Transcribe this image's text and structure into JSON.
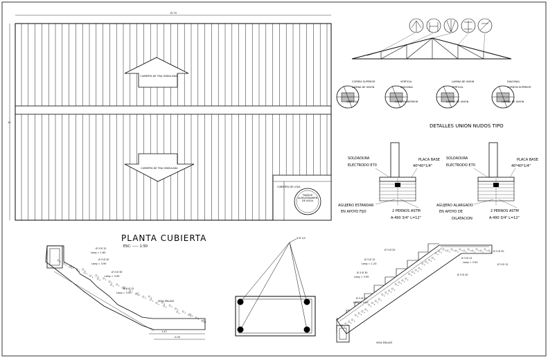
{
  "roof_plan": {
    "overall_dim": "15.70",
    "side_dim": "10",
    "arrow_top": "CUBIERTA DE TEJA ONDULADA",
    "arrow_bottom": "CUBIERTA DE TEJA ONDULADA",
    "gutter_label": "CUBIERTA DE LOSA",
    "tank_label": "TANQUE ALMACENAMIENTO DE AGUA",
    "title": "PLANTA  CUBIERTA",
    "scale": "ESC: ----- 1:50"
  },
  "truss_details": {
    "heading": "DETALLES  UNION  NUDOS  TIPO",
    "nodes": [
      {
        "l1": "CORREA SUPERIOR",
        "l2": "LAMINA DE UNION",
        "l3": "VERTICAL"
      },
      {
        "l1": "VERTICAL",
        "l2": "DIAGONAL",
        "l3": "CORDON INFERIOR"
      },
      {
        "l1": "LAMINA DE UNION",
        "l2": "VERTICAL",
        "l3": "LAMINA DE UNION"
      },
      {
        "l1": "DIAGONAL",
        "l2": "CORDON SUPERIOR",
        "l3": "LAMINA DE UNION"
      }
    ]
  },
  "supports": [
    {
      "weld": "SOLDADURA",
      "electrode": "ELECTRODO E70",
      "plate": "PLACA BASE",
      "plate_dim": "40*40*1/4\"",
      "hole": "AGUJERO ESTANDAR",
      "support": "EN APOYO FIJO",
      "bolts": "2 PERNOS ASTM",
      "bolt_spec": "A-490 3/4\" L=12\""
    },
    {
      "weld": "SOLDADURA",
      "electrode": "ELECTRODO E70",
      "plate": "PLACA BASE",
      "plate_dim": "40*40*1/4\"",
      "hole": "AGUJERO ALARGADO",
      "support": "EN APOYO DE",
      "support2": "DILATACION",
      "bolts": "2 PERNOS ASTM",
      "bolt_spec": "A-490 3/4\" L=12\""
    }
  ],
  "stair_left": {
    "rebars": [
      "Ø 3 Ø 12",
      "Long = 1.60",
      "Ø 3 Ø 20",
      "Long = 3.90",
      "Ø 3 Ø 30",
      "Long = 3.90",
      "Ø 3 Ø 12",
      "Long = 3.90"
    ],
    "beam": "VIGA ENLACE",
    "dims": [
      "1.47",
      "2.00"
    ]
  },
  "section": {
    "label": "4 Ø 1/2"
  },
  "stair_right": {
    "rebars": [
      "Ø 3 Ø 20",
      "Ø 3 Ø 12",
      "Long = 1.20",
      "Ø 3 Ø 30",
      "Long = 3.90",
      "Ø 3 Ø 12",
      "Long = 4.00",
      "Ø 3 Ø 12",
      "Long = 3.00",
      "Ø 3 Ø 20",
      "Ø 3 Ø 12"
    ],
    "beam": "VIGA ENLACE"
  }
}
